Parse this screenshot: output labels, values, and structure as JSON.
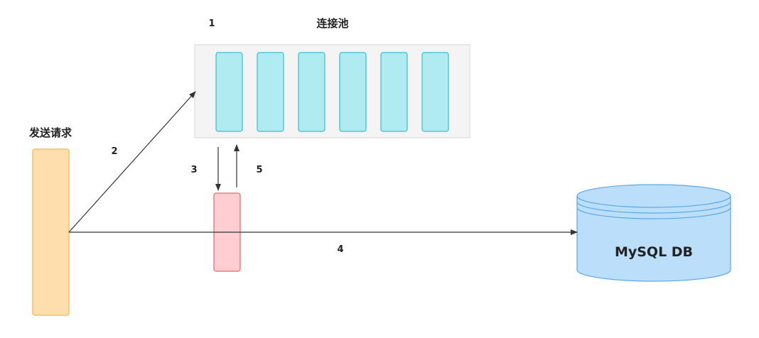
{
  "pool": {
    "step_label": "1",
    "title": "连接池",
    "slot_count": 6
  },
  "request": {
    "title": "发送请求"
  },
  "arrows": {
    "step2": "2",
    "step3": "3",
    "step4": "4",
    "step5": "5"
  },
  "database": {
    "label": "MySQL DB"
  },
  "colors": {
    "pool_bg": "#f4f4f4",
    "pool_border": "#d6d6d6",
    "slot_fill": "#b0ebf2",
    "slot_stroke": "#33bfd1",
    "request_fill": "#ffdead",
    "request_stroke": "#f2b844",
    "proxy_fill": "#ffcdd2",
    "proxy_stroke": "#e06b6b",
    "db_fill": "#bbdefb",
    "db_stroke": "#5ba7ea",
    "line": "#333333"
  }
}
